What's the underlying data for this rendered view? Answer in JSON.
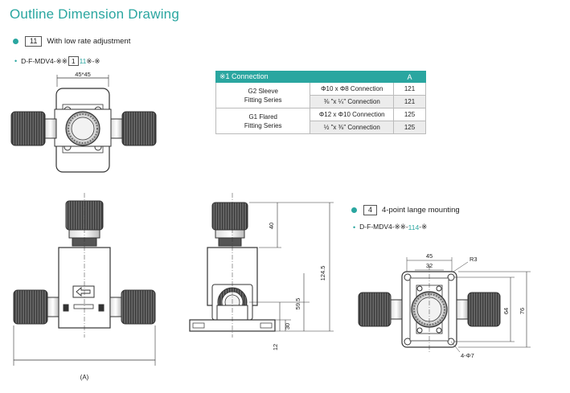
{
  "page_title": "Outline Dimension Drawing",
  "section1": {
    "number": "11",
    "label": "With low rate adjustment"
  },
  "model1": {
    "prefix": "D-F-MDV4-※※",
    "boxed": "1",
    "suffix_teal": "11",
    "suffix": "※-※"
  },
  "table": {
    "header_connection": "※1 Connection",
    "header_a": "A",
    "groups": [
      {
        "series": [
          "G2 Sleeve",
          "Fitting Series"
        ],
        "rows": [
          {
            "connection": "Φ10 x Φ8 Connection",
            "a": "121"
          },
          {
            "connection": "⅜ \"x ¼\" Connection",
            "a": "121"
          }
        ]
      },
      {
        "series": [
          "G1 Flared",
          "Fitting Series"
        ],
        "rows": [
          {
            "connection": "Φ12 x Φ10 Connection",
            "a": "125"
          },
          {
            "connection": "½ \"x ⅜\" Connection",
            "a": "125"
          }
        ]
      }
    ]
  },
  "section2": {
    "number": "4",
    "label": "4-point lange mounting"
  },
  "model2": {
    "prefix": "D-F-MDV4-※※-",
    "teal": "114",
    "suffix": "-※"
  },
  "dims": {
    "top_width": "45*45",
    "front_a": "(A)",
    "side_40": "40",
    "side_1245": "124.5",
    "side_595": "59.5",
    "side_30": "30",
    "side_12": "12",
    "flange_45": "45",
    "flange_32": "32",
    "flange_r3": "R3",
    "flange_64": "64",
    "flange_76": "76",
    "flange_holes": "4-Φ7"
  }
}
